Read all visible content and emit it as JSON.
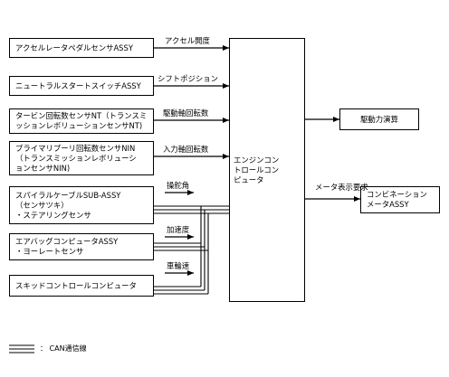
{
  "inputs": [
    {
      "lines": [
        "アクセルレータペダルセンサASSY"
      ]
    },
    {
      "lines": [
        "ニュートラルスタートスイッチASSY"
      ]
    },
    {
      "lines": [
        "タービン回転数センサNT（トランスミ",
        "ッションレボリューションセンサNT)"
      ]
    },
    {
      "lines": [
        "プライマリプーリ回転数センサNIN",
        "（トランスミッションレボリューシ",
        "ョンセンサNIN)"
      ]
    }
  ],
  "can_inputs": [
    {
      "lines": [
        "スパイラルケーブルSUB-ASSY",
        "（センサツキ）",
        "・ステアリングセンサ"
      ]
    },
    {
      "lines": [
        "エアバッグコンピュータASSY",
        "・ヨーレートセンサ"
      ]
    },
    {
      "lines": [
        "スキッドコントロールコンピュータ"
      ]
    }
  ],
  "signals": {
    "accel": "アクセル開度",
    "shift": "シフトポジション",
    "drive_rpm": "駆動軸回転数",
    "input_rpm": "入力軸回転数",
    "steer_angle": "操舵角",
    "accel_rate": "加速度",
    "wheel_speed": "車輪速",
    "meter_request": "メータ表示要求"
  },
  "ecu": {
    "lines": [
      "エンジンコン",
      "トロールコン",
      "ピュータ"
    ]
  },
  "calc": {
    "lines": [
      "駆動力演算"
    ]
  },
  "meter": {
    "lines": [
      "コンビネーション",
      "メータASSY"
    ]
  },
  "legend": {
    "label": "：  CAN通信線"
  }
}
